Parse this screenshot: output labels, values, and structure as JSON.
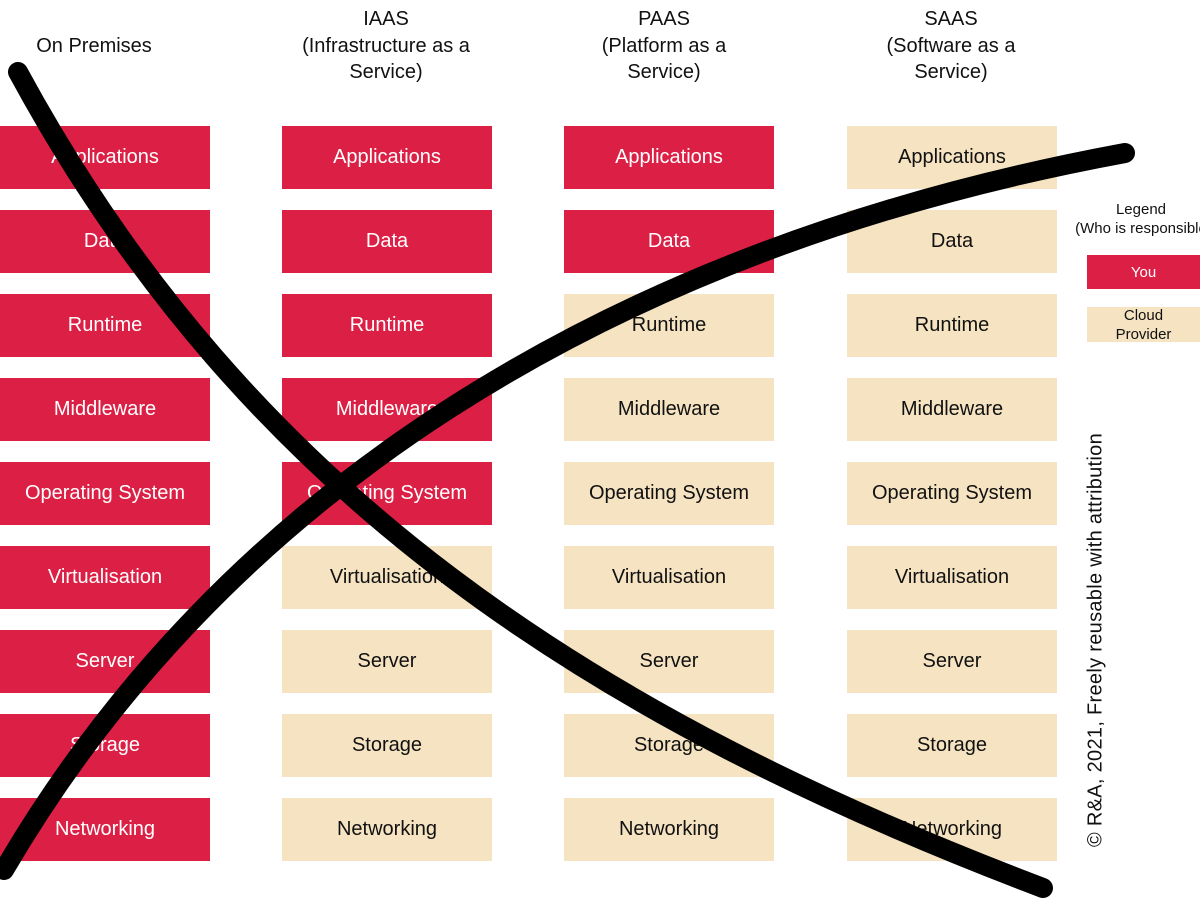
{
  "columns": [
    {
      "title_lines": [
        "On Premises"
      ],
      "rows": [
        {
          "label": "Applications",
          "owner": "you"
        },
        {
          "label": "Data",
          "owner": "you"
        },
        {
          "label": "Runtime",
          "owner": "you"
        },
        {
          "label": "Middleware",
          "owner": "you"
        },
        {
          "label": "Operating System",
          "owner": "you"
        },
        {
          "label": "Virtualisation",
          "owner": "you"
        },
        {
          "label": "Server",
          "owner": "you"
        },
        {
          "label": "Storage",
          "owner": "you"
        },
        {
          "label": "Networking",
          "owner": "you"
        }
      ]
    },
    {
      "title_lines": [
        "IAAS",
        "(Infrastructure as a",
        "Service)"
      ],
      "rows": [
        {
          "label": "Applications",
          "owner": "you"
        },
        {
          "label": "Data",
          "owner": "you"
        },
        {
          "label": "Runtime",
          "owner": "you"
        },
        {
          "label": "Middleware",
          "owner": "you"
        },
        {
          "label": "Operating System",
          "owner": "you"
        },
        {
          "label": "Virtualisation",
          "owner": "cloud"
        },
        {
          "label": "Server",
          "owner": "cloud"
        },
        {
          "label": "Storage",
          "owner": "cloud"
        },
        {
          "label": "Networking",
          "owner": "cloud"
        }
      ]
    },
    {
      "title_lines": [
        "PAAS",
        "(Platform as a",
        "Service)"
      ],
      "rows": [
        {
          "label": "Applications",
          "owner": "you"
        },
        {
          "label": "Data",
          "owner": "you"
        },
        {
          "label": "Runtime",
          "owner": "cloud"
        },
        {
          "label": "Middleware",
          "owner": "cloud"
        },
        {
          "label": "Operating System",
          "owner": "cloud"
        },
        {
          "label": "Virtualisation",
          "owner": "cloud"
        },
        {
          "label": "Server",
          "owner": "cloud"
        },
        {
          "label": "Storage",
          "owner": "cloud"
        },
        {
          "label": "Networking",
          "owner": "cloud"
        }
      ]
    },
    {
      "title_lines": [
        "SAAS",
        "(Software as a",
        "Service)"
      ],
      "rows": [
        {
          "label": "Applications",
          "owner": "cloud"
        },
        {
          "label": "Data",
          "owner": "cloud"
        },
        {
          "label": "Runtime",
          "owner": "cloud"
        },
        {
          "label": "Middleware",
          "owner": "cloud"
        },
        {
          "label": "Operating System",
          "owner": "cloud"
        },
        {
          "label": "Virtualisation",
          "owner": "cloud"
        },
        {
          "label": "Server",
          "owner": "cloud"
        },
        {
          "label": "Storage",
          "owner": "cloud"
        },
        {
          "label": "Networking",
          "owner": "cloud"
        }
      ]
    }
  ],
  "legend": {
    "title_lines": [
      "Legend",
      "(Who is responsible"
    ],
    "you_label": "You",
    "cloud_label_lines": [
      "Cloud",
      "Provider"
    ]
  },
  "copyright": "© R&A, 2021, Freely reusable with attribution",
  "colors": {
    "you": "#dc2045",
    "cloud": "#f5e3c1",
    "cross_stroke": "#000000"
  }
}
